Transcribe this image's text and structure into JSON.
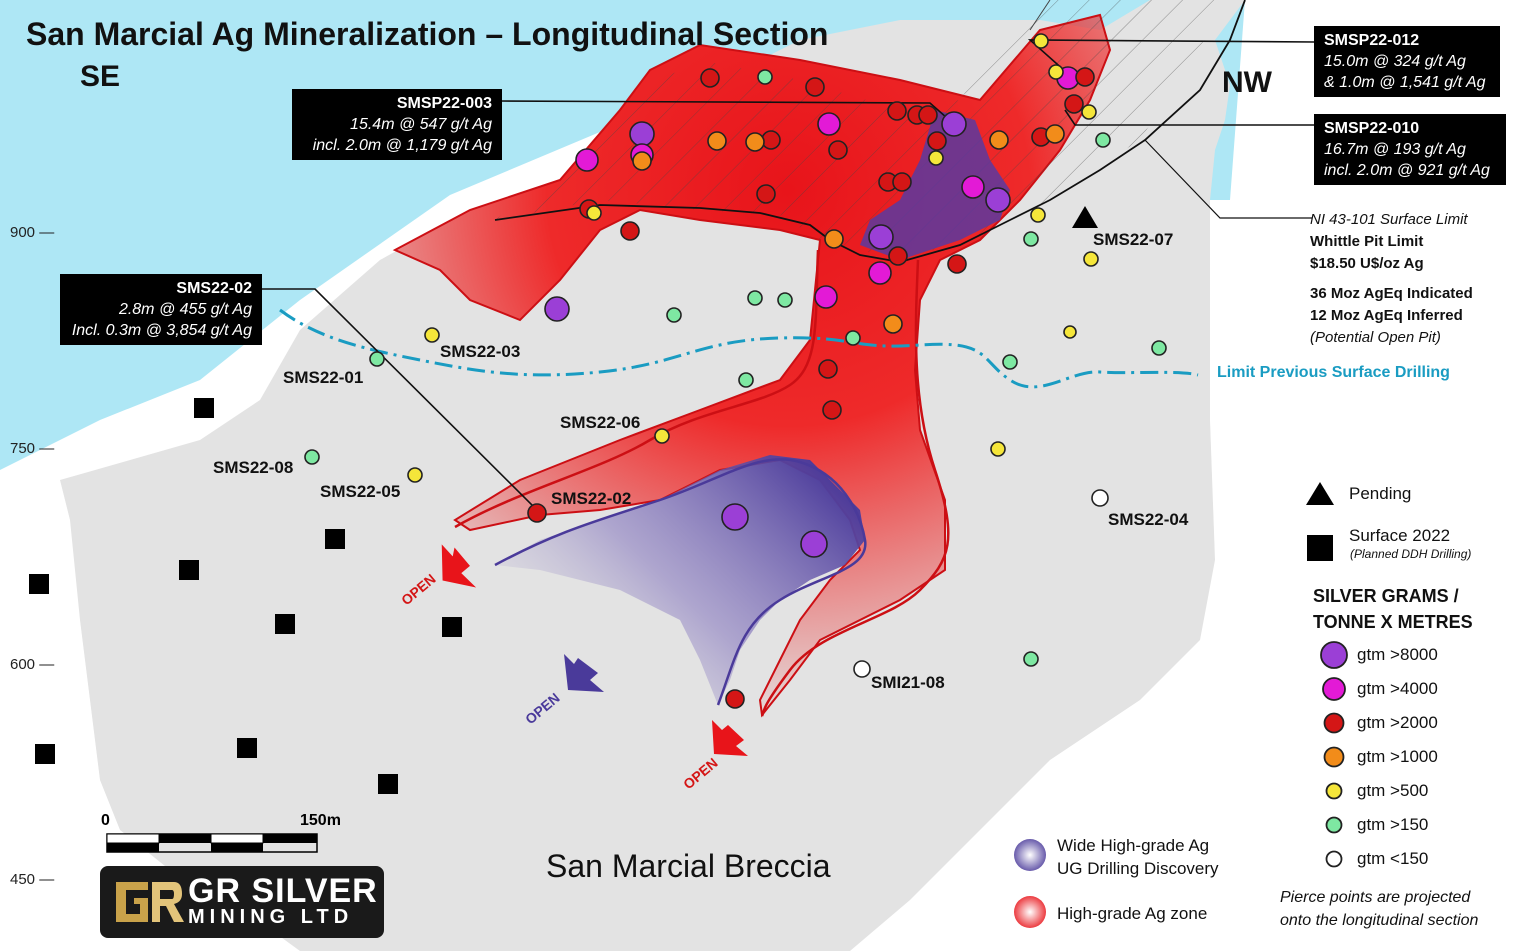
{
  "title": "San Marcial Ag Mineralization – Longitudinal Section",
  "directions": {
    "se": "SE",
    "nw": "NW"
  },
  "callouts": {
    "smsp22_003": {
      "hole": "SMSP22-003",
      "line1": "15.4m @ 547 g/t Ag",
      "line2": "incl. 2.0m @ 1,179 g/t Ag"
    },
    "smsp22_012": {
      "hole": "SMSP22-012",
      "line1": "15.0m @ 324 g/t Ag",
      "line2": "& 1.0m @ 1,541 g/t Ag"
    },
    "smsp22_010": {
      "hole": "SMSP22-010",
      "line1": "16.7m @ 193 g/t Ag",
      "line2": "incl. 2.0m @ 921 g/t Ag"
    },
    "sms22_02": {
      "hole": "SMS22-02",
      "line1": "2.8m @ 455 g/t Ag",
      "line2": "Incl. 0.3m @ 3,854 g/t Ag"
    }
  },
  "axis_ticks": [
    "900 —",
    "750 —",
    "600 —",
    "450 —"
  ],
  "hole_labels": {
    "sms22_07": "SMS22-07",
    "sms22_03": "SMS22-03",
    "sms22_01": "SMS22-01",
    "sms22_06": "SMS22-06",
    "sms22_08": "SMS22-08",
    "sms22_05": "SMS22-05",
    "sms22_02": "SMS22-02",
    "sms22_04": "SMS22-04",
    "smi21_08": "SMI21-08"
  },
  "open_label": "OPEN",
  "limit_previous": "Limit Previous Surface Drilling",
  "pit_info": {
    "ni_limit": "NI 43-101 Surface Limit",
    "whittle": "Whittle Pit Limit",
    "price": "$18.50 U$/oz Ag",
    "indicated": "36 Moz AgEq Indicated",
    "inferred": "12 Moz AgEq Inferred",
    "potential": "(Potential Open Pit)"
  },
  "legend": {
    "pending": "Pending",
    "surface": "Surface 2022",
    "surface_sub": "(Planned DDH Drilling)",
    "title_line1": "SILVER GRAMS /",
    "title_line2": "TONNE X METRES",
    "classes": [
      {
        "label": "gtm >8000",
        "color": "#9b3fd6"
      },
      {
        "label": "gtm >4000",
        "color": "#e31ad6"
      },
      {
        "label": "gtm >2000",
        "color": "#d41616"
      },
      {
        "label": "gtm >1000",
        "color": "#f28c1a"
      },
      {
        "label": "gtm >500",
        "color": "#f5e63a"
      },
      {
        "label": "gtm >150",
        "color": "#7ee8a2"
      },
      {
        "label": "gtm <150",
        "color": "#ffffff"
      }
    ],
    "note_line1": "Pierce points are projected",
    "note_line2": "onto the longitudinal section",
    "wide_line1": "Wide High-grade Ag",
    "wide_line2": "UG Drilling Discovery",
    "high_grade": "High-grade Ag zone"
  },
  "scale": {
    "start": "0",
    "end": "150m"
  },
  "breccia": "San Marcial Breccia",
  "logo": {
    "line1": "GR SILVER",
    "line2": "MINING LTD"
  },
  "colors": {
    "sky": "#aee7f5",
    "section": "#e3e3e3",
    "red_zone": "#e8141a",
    "purple_zone": "#5a3a9a",
    "limit_line": "#1a9cc2"
  }
}
